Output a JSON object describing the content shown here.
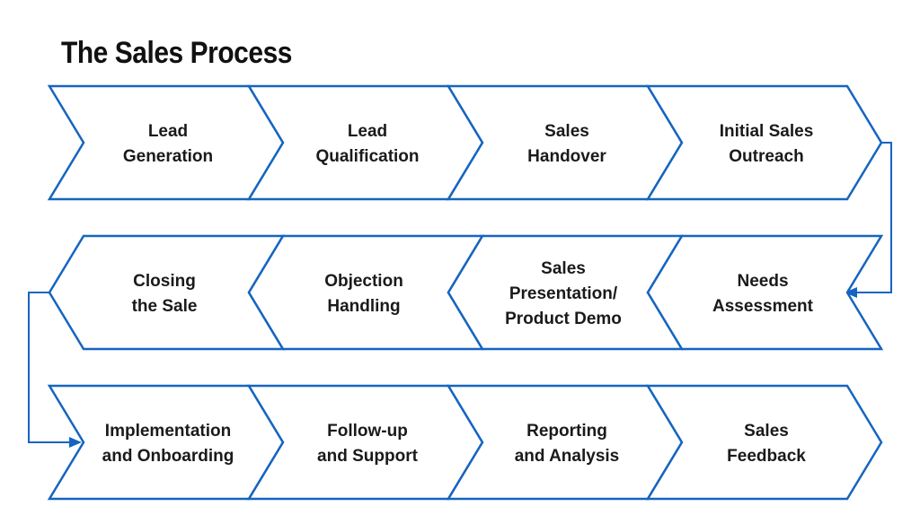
{
  "title": "The Sales Process",
  "accent_color": "#1565c0",
  "rows": [
    {
      "direction": "right",
      "steps": [
        {
          "lines": [
            "Lead",
            "Generation"
          ]
        },
        {
          "lines": [
            "Lead",
            "Qualification"
          ]
        },
        {
          "lines": [
            "Sales",
            "Handover"
          ]
        },
        {
          "lines": [
            "Initial Sales",
            "Outreach"
          ]
        }
      ]
    },
    {
      "direction": "left",
      "steps": [
        {
          "lines": [
            "Closing",
            "the Sale"
          ]
        },
        {
          "lines": [
            "Objection",
            "Handling"
          ]
        },
        {
          "lines": [
            "Sales",
            "Presentation/",
            "Product Demo"
          ]
        },
        {
          "lines": [
            "Needs",
            "Assessment"
          ]
        }
      ]
    },
    {
      "direction": "right",
      "steps": [
        {
          "lines": [
            "Implementation",
            "and Onboarding"
          ]
        },
        {
          "lines": [
            "Follow-up",
            "and Support"
          ]
        },
        {
          "lines": [
            "Reporting",
            "and Analysis"
          ]
        },
        {
          "lines": [
            "Sales",
            "Feedback"
          ]
        }
      ]
    }
  ]
}
